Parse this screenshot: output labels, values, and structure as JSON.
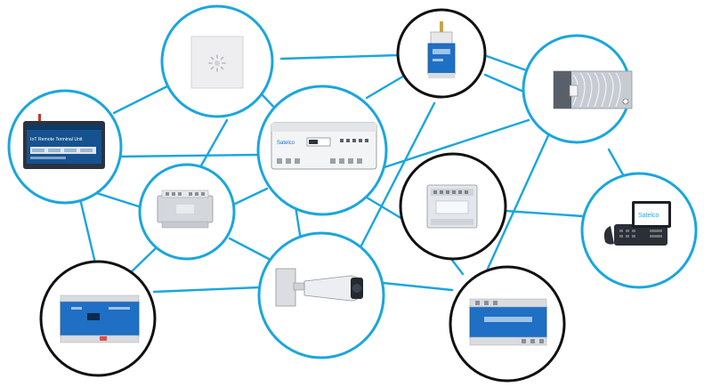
{
  "colors": {
    "cyan": "#1aa6dd",
    "black": "#111111",
    "device_blue": "#1f6fc4",
    "device_grey": "#d9dbdf",
    "device_white": "#f3f4f6"
  },
  "nodes": [
    {
      "id": "rtu-tablet",
      "ring": "cyan",
      "icon": "rtu-tablet-icon"
    },
    {
      "id": "sensor-plate",
      "ring": "cyan",
      "icon": "sensor-plate-icon"
    },
    {
      "id": "main-controller",
      "ring": "cyan",
      "icon": "din-controller-icon"
    },
    {
      "id": "antenna-module",
      "ring": "black",
      "icon": "antenna-module-icon"
    },
    {
      "id": "cable-panel",
      "ring": "cyan",
      "icon": "cable-panel-icon"
    },
    {
      "id": "grey-module",
      "ring": "cyan",
      "icon": "grey-din-module-icon"
    },
    {
      "id": "io-module",
      "ring": "black",
      "icon": "io-din-module-icon"
    },
    {
      "id": "voip-phone",
      "ring": "cyan",
      "icon": "voip-phone-icon"
    },
    {
      "id": "blue-din-left",
      "ring": "black",
      "icon": "blue-din-module-icon"
    },
    {
      "id": "ip-camera",
      "ring": "cyan",
      "icon": "bullet-camera-icon"
    },
    {
      "id": "blue-din-right",
      "ring": "black",
      "icon": "blue-din-module-icon"
    }
  ],
  "device_text": {
    "tablet_title": "IoT Remote Terminal Unit",
    "controller_brand": "Satelco",
    "phone_brand": "Satelco"
  }
}
